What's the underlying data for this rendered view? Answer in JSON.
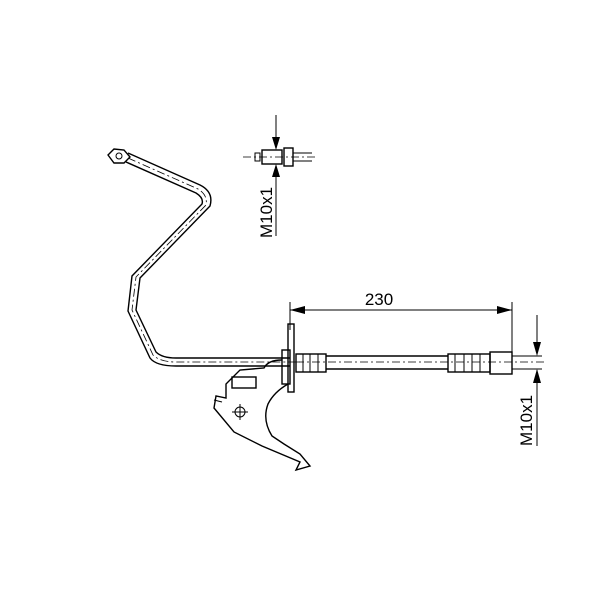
{
  "dimensions": {
    "hose_length": "230",
    "thread_right": "M10x1",
    "thread_top": "M10x1"
  },
  "colors": {
    "line": "#000000",
    "background": "#ffffff"
  }
}
